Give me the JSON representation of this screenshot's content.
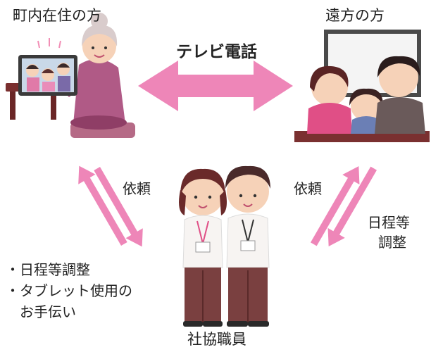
{
  "labels": {
    "town_resident": "町内在住の方",
    "remote_person": "遠方の方",
    "video_call": "テレビ電話",
    "request_left": "依頼",
    "request_right": "依頼",
    "schedule_line1": "日程等",
    "schedule_line2": "調整",
    "staff": "社協職員"
  },
  "tasks": [
    "・日程等調整",
    "・タブレット使用の",
    "　お手伝い"
  ],
  "icons": {
    "town_resident": "elderly-woman-tablet-illustration",
    "remote_person": "family-at-screen-illustration",
    "staff": "two-staff-members-illustration"
  },
  "colors": {
    "arrow": "#ee86b8",
    "text": "#222222"
  }
}
